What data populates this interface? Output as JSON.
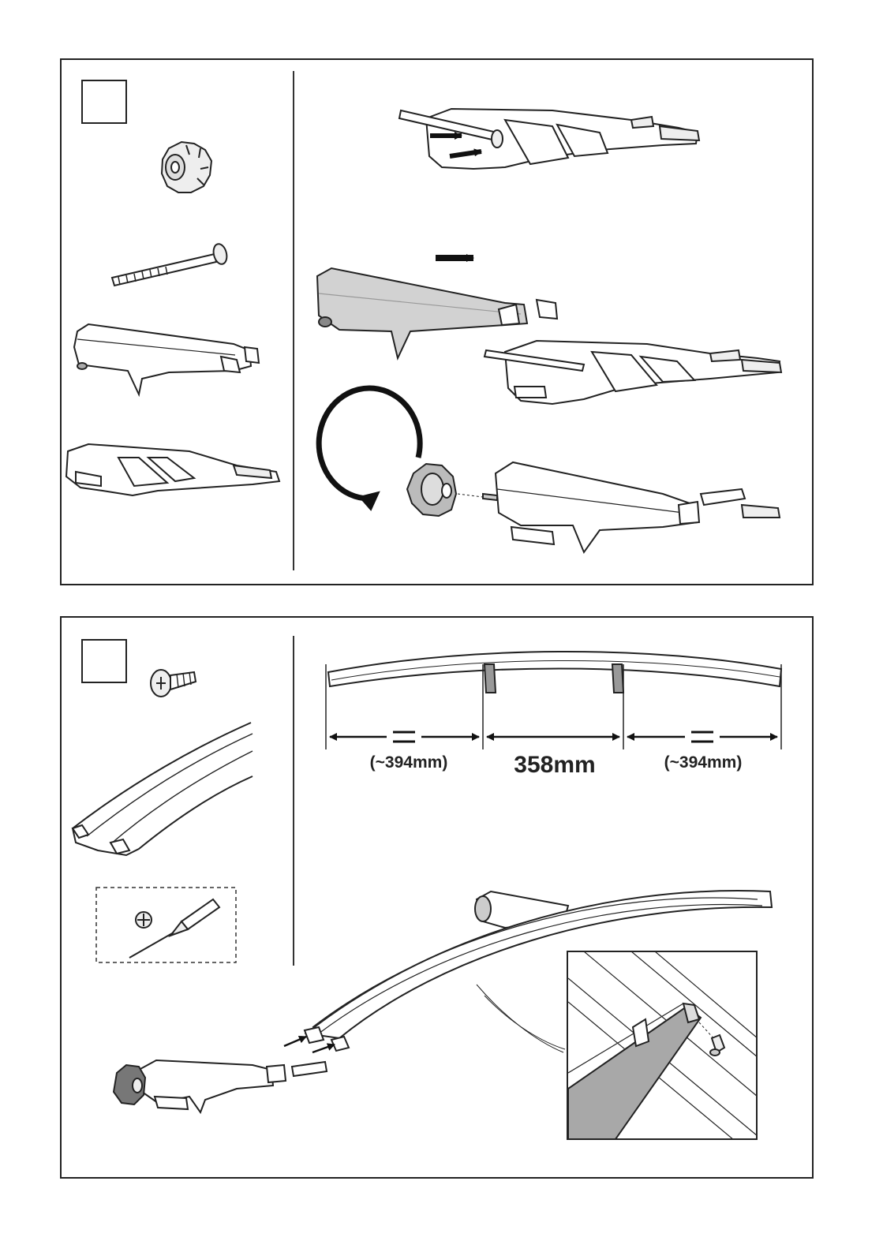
{
  "panels": [
    {
      "step_number": ""
    },
    {
      "step_number": ""
    }
  ],
  "dimensions": {
    "left": "(~394mm)",
    "center": "358mm",
    "right": "(~394mm)"
  },
  "colors": {
    "line": "#222222",
    "shade": "#d0d0d0",
    "shade_dark": "#a8a8a8",
    "arrow": "#111111"
  },
  "icons": [
    "knob-icon",
    "bolt-icon",
    "foot-cover-icon",
    "foot-bracket-icon",
    "screw-icon",
    "rail-profile-icon",
    "phillips-screwdriver-icon"
  ]
}
